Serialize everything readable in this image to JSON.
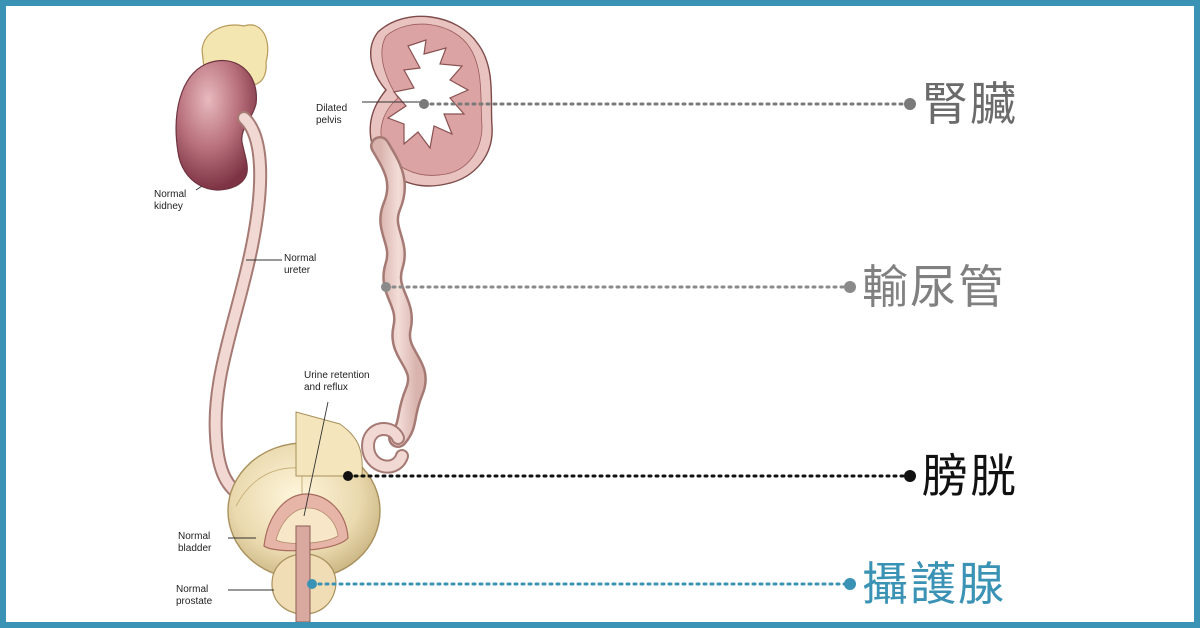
{
  "colors": {
    "frame": "#3a93b5",
    "kidney_label": "#6b6b6b",
    "ureter_label": "#808080",
    "bladder_label": "#111111",
    "prostate_label": "#3a93b5"
  },
  "left_side": {
    "normal_kidney": "Normal\nkidney",
    "normal_ureter": "Normal\nureter",
    "normal_bladder": "Normal\nbladder",
    "normal_prostate": "Normal\nprostate"
  },
  "right_side": {
    "dilated_pelvis": "Dilated\npelvis",
    "urine_retention": "Urine retention\nand reflux"
  },
  "callouts": {
    "kidney": "腎臟",
    "ureter": "輸尿管",
    "bladder": "膀胱",
    "prostate": "攝護腺"
  }
}
